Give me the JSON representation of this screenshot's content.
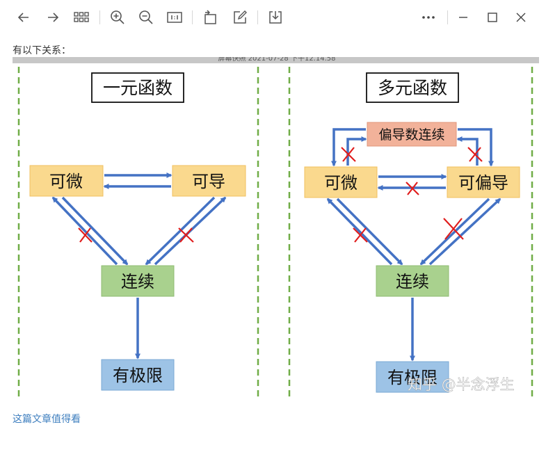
{
  "article": {
    "intro_text": "有以下关系：",
    "more_link": "这篇文章值得看"
  },
  "figure": {
    "watermark_top": "屏幕快照 2021-07-28 下午12.14.58",
    "watermark_brand": "知乎 @半念浮生",
    "left_panel": {
      "title": "一元函数",
      "node_diff": "可微",
      "node_deriv": "可导",
      "node_cont": "连续",
      "node_limit": "有极限"
    },
    "right_panel": {
      "title": "多元函数",
      "node_partial_cont": "偏导数连续",
      "node_diff": "可微",
      "node_partial": "可偏导",
      "node_cont": "连续",
      "node_limit": "有极限"
    }
  },
  "colors": {
    "arrow": "#4472c4",
    "cross": "#e01d1d",
    "yellow_node": "#fad98e",
    "green_node": "#a9d18e",
    "blue_node": "#9dc3e6",
    "salmon_node": "#f2b29a",
    "dashed_line": "#70ad47",
    "link": "#3f7fbf"
  }
}
